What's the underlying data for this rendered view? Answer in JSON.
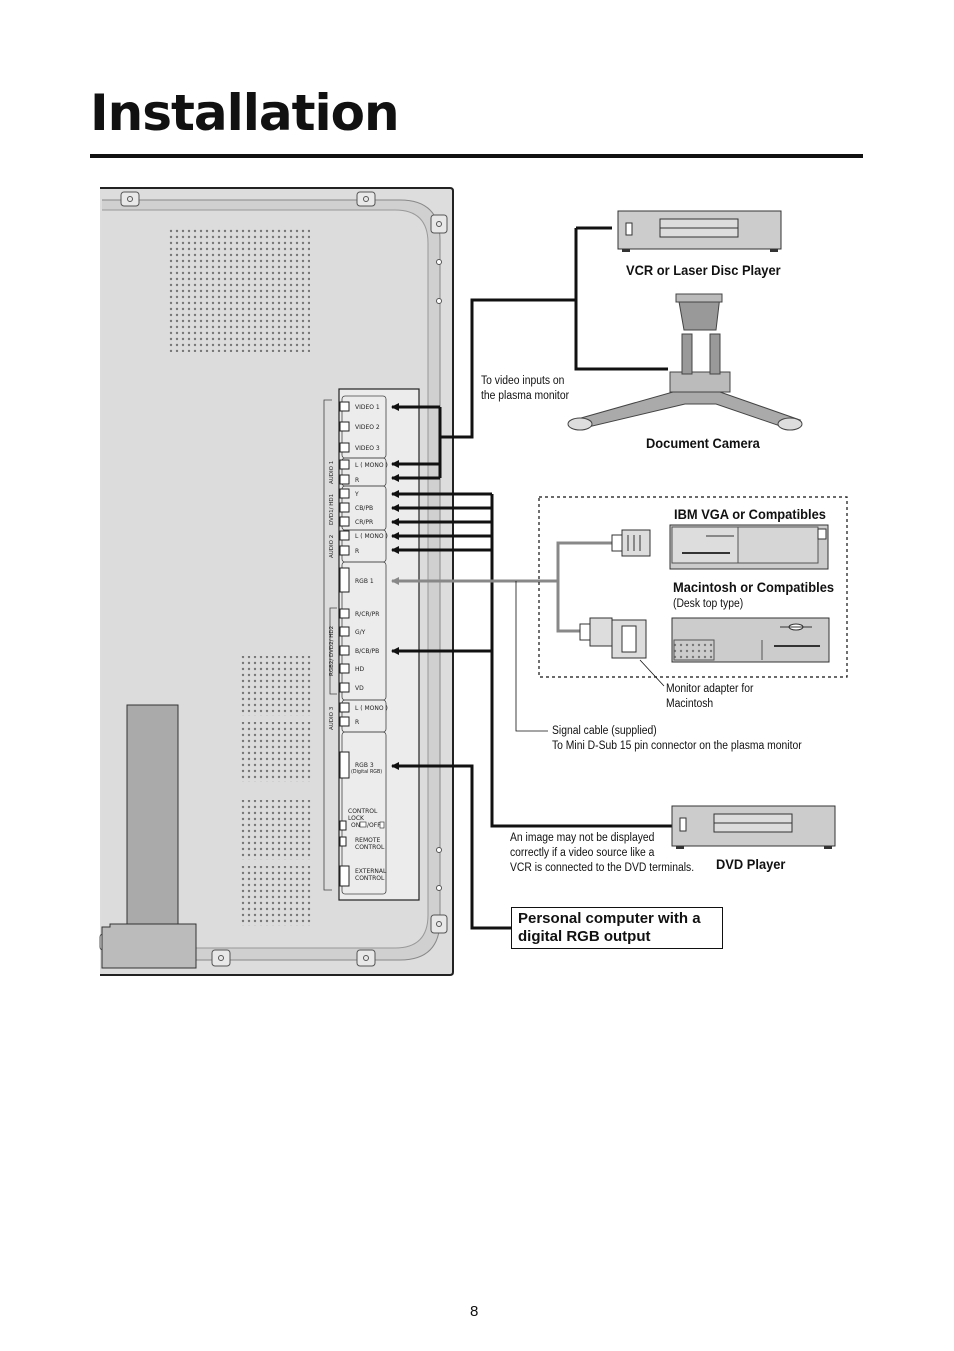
{
  "page": {
    "title": "Installation",
    "page_number": "8"
  },
  "devices": {
    "vcr": "VCR or Laser Disc Player",
    "document_camera": "Document Camera",
    "ibm": "IBM VGA or Compatibles",
    "mac": "Macintosh or Compatibles",
    "mac_note": "(Desk top type)",
    "dvd": "DVD Player",
    "pc_box": "Personal computer with a\ndigital RGB output"
  },
  "notes": {
    "video_inputs_1": "To video inputs on",
    "video_inputs_2": "the plasma monitor",
    "adapter_1": "Monitor adapter for",
    "adapter_2": "Macintosh",
    "signal_1": "Signal cable (supplied)",
    "signal_2": "To Mini D-Sub 15 pin connector on the plasma monitor",
    "dvd_warn_1": "An image may not be displayed",
    "dvd_warn_2": "correctly if a video source like a",
    "dvd_warn_3": "VCR is connected to the DVD terminals."
  },
  "panel": {
    "ports": [
      "VIDEO 1",
      "VIDEO 2",
      "VIDEO 3",
      "L ( MONO )",
      "R",
      "Y",
      "CB/PB",
      "CR/PR",
      "L ( MONO )",
      "R",
      "RGB 1",
      "R/CR/PR",
      "G/Y",
      "B/CB/PB",
      "HD",
      "VD",
      "L ( MONO )",
      "R",
      "RGB 3",
      "(Digital RGB)",
      "CONTROL",
      "LOCK",
      "ON",
      "/OFF",
      "REMOTE",
      "CONTROL",
      "EXTERNAL",
      "CONTROL"
    ],
    "groups": [
      "AUDIO 1",
      "AUDIO 2",
      "DVD1/ HD1",
      "RGB2/ DVD2/ HD2",
      "AUDIO 3"
    ]
  }
}
